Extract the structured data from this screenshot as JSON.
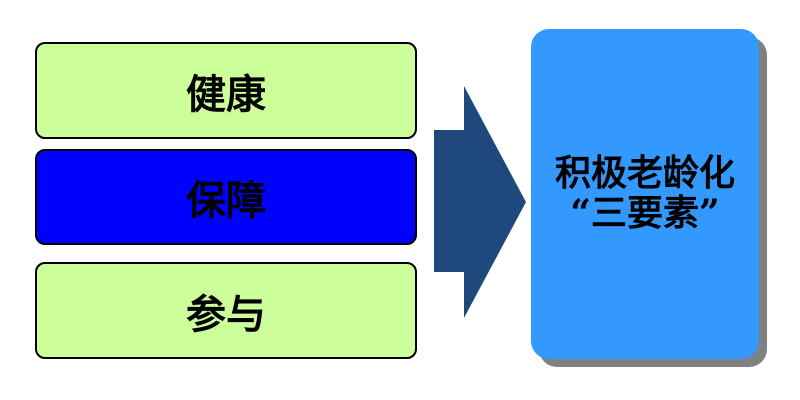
{
  "items": [
    {
      "label": "健康",
      "color": "#ccff99"
    },
    {
      "label": "保障",
      "color": "#0000ff"
    },
    {
      "label": "参与",
      "color": "#ccff99"
    }
  ],
  "arrow": {
    "color": "#1f497d"
  },
  "result": {
    "line1": "积极老龄化",
    "line2": "“三要素”",
    "color": "#3399ff"
  }
}
